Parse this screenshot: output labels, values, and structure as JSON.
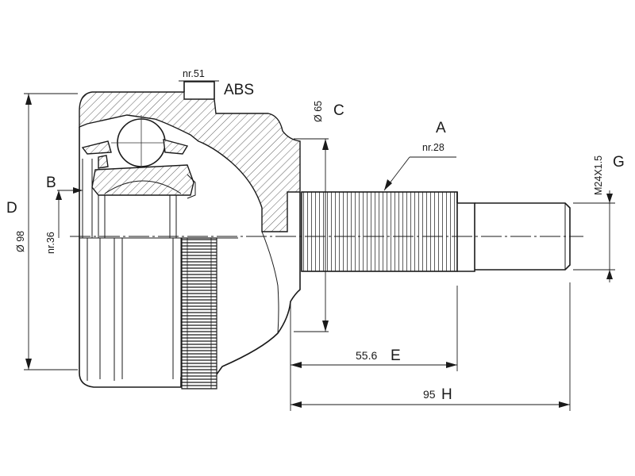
{
  "labels": {
    "abs_count": "nr.51",
    "abs": "ABS",
    "dia_c_value": "Ø 65",
    "c": "C",
    "a": "A",
    "spline_count": "nr.28",
    "b": "B",
    "d": "D",
    "dia_d_value": "Ø 98",
    "inner_count": "nr.36",
    "thread": "M24X1.5",
    "g": "G",
    "e_value": "55.6",
    "e": "E",
    "h_value": "95",
    "h": "H"
  }
}
